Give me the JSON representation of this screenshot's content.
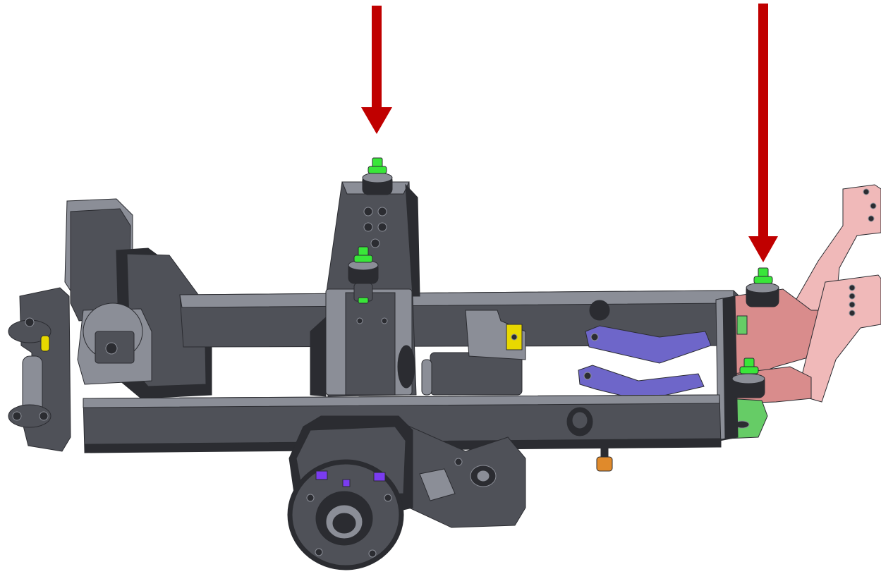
{
  "colors": {
    "background": "#ffffff",
    "arrow": "#c00000",
    "frame": "#4f5158",
    "frame_light": "#8b8e97",
    "frame_dark": "#2b2c31",
    "mount_green": "#39e639",
    "bracket_pink": "#d98c8c",
    "bracket_pink_light": "#f0b9b9",
    "link_blue": "#6e66c9",
    "bracket_green": "#66cc66",
    "spacer_orange": "#e08a2b",
    "tab_yellow": "#e8d800",
    "bolt_purple": "#7a3cf0"
  },
  "annotations": {
    "arrows": [
      {
        "id": "arrow-center-mount",
        "points_to": "center-upper-mount"
      },
      {
        "id": "arrow-right-mount",
        "points_to": "right-front-mount"
      }
    ]
  }
}
